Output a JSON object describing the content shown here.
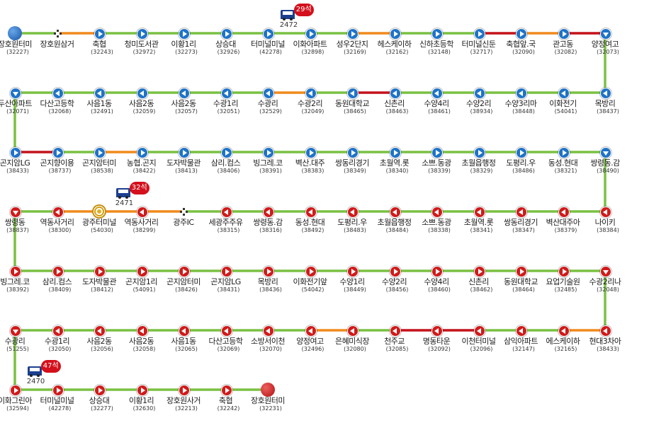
{
  "colors": {
    "up": "#1f73c8",
    "down": "#d01b1b",
    "line_green": "#7ac143",
    "line_orange": "#f08a1c",
    "line_red": "#c4121a",
    "badge": "#d3101c",
    "bus": "#1b3f8f"
  },
  "icons": {
    "stop": "direction-arrow-icon",
    "terminal": "terminal-circle-icon",
    "turn": "turnaround-cross-icon",
    "hub": "transfer-hub-icon",
    "bus": "bus-icon"
  },
  "rows": [
    {
      "dir": "up",
      "arrow": "e",
      "stops": [
        {
          "name": "장호원터미",
          "code": "(32227)"
        },
        {
          "name": "장호원삼거",
          "code": ""
        },
        {
          "name": "축협",
          "code": "(32243)"
        },
        {
          "name": "청미도서관",
          "code": "(32972)"
        },
        {
          "name": "이황1리",
          "code": "(32273)"
        },
        {
          "name": "상승대",
          "code": "(32926)"
        },
        {
          "name": "터미널미널",
          "code": "(42278)"
        },
        {
          "name": "이화아파트",
          "code": "(32898)"
        },
        {
          "name": "성우2단지",
          "code": "(32169)"
        },
        {
          "name": "헤스케이하",
          "code": "(32162)"
        },
        {
          "name": "신하초등학",
          "code": "(32148)"
        },
        {
          "name": "터미널신둔",
          "code": "(32717)"
        },
        {
          "name": "축협앞.국",
          "code": "(32090)"
        },
        {
          "name": "관고동",
          "code": "(32082)"
        },
        {
          "name": "양정여고",
          "code": "(32073)"
        }
      ]
    },
    {
      "dir": "up",
      "arrow": "w",
      "stops": [
        {
          "name": "목방리",
          "code": "(38437)"
        },
        {
          "name": "이화전기",
          "code": "(54041)"
        },
        {
          "name": "수양3리마",
          "code": "(38448)"
        },
        {
          "name": "수양2리",
          "code": "(38934)"
        },
        {
          "name": "수양4리",
          "code": "(38461)"
        },
        {
          "name": "신촌리",
          "code": "(38463)"
        },
        {
          "name": "동원대학교",
          "code": "(38465)"
        },
        {
          "name": "수광2리",
          "code": "(32049)"
        },
        {
          "name": "수광리",
          "code": "(32529)"
        },
        {
          "name": "수광1리",
          "code": "(32051)"
        },
        {
          "name": "사음2동",
          "code": "(32057)"
        },
        {
          "name": "사음2동",
          "code": "(32059)"
        },
        {
          "name": "사음1동",
          "code": "(32491)"
        },
        {
          "name": "다산고등학",
          "code": "(32068)"
        },
        {
          "name": "두산아파트",
          "code": "(32071)"
        }
      ]
    },
    {
      "dir": "up",
      "arrow": "e",
      "stops": [
        {
          "name": "곤지암LG",
          "code": "(38433)"
        },
        {
          "name": "곤지향이용",
          "code": "(38737)"
        },
        {
          "name": "곤지암터미",
          "code": "(38538)"
        },
        {
          "name": "농협.곤지",
          "code": "(38422)"
        },
        {
          "name": "도자박물관",
          "code": "(38413)"
        },
        {
          "name": "삼리.컴스",
          "code": "(38406)"
        },
        {
          "name": "빙그레.코",
          "code": "(38391)"
        },
        {
          "name": "벽산.대주",
          "code": "(38383)"
        },
        {
          "name": "쌍동리경기",
          "code": "(38349)"
        },
        {
          "name": "초월역.롯",
          "code": "(38340)"
        },
        {
          "name": "소쁘.동광",
          "code": "(38339)"
        },
        {
          "name": "초월읍행정",
          "code": "(38329)"
        },
        {
          "name": "도평리.우",
          "code": "(38486)"
        },
        {
          "name": "동성.현대",
          "code": "(38321)"
        },
        {
          "name": "쌍령동.감",
          "code": "(38490)"
        }
      ]
    },
    {
      "dir": "down",
      "arrow": "w",
      "stops": [
        {
          "name": "나이키",
          "code": "(38384)"
        },
        {
          "name": "벽산대주아",
          "code": "(38379)"
        },
        {
          "name": "쌍동리경기",
          "code": "(38347)"
        },
        {
          "name": "초월역.롯",
          "code": "(38341)"
        },
        {
          "name": "소쁘.동광",
          "code": "(38338)"
        },
        {
          "name": "초월읍행정",
          "code": "(38484)"
        },
        {
          "name": "도평리.우",
          "code": "(38483)"
        },
        {
          "name": "동성.현대",
          "code": "(38492)"
        },
        {
          "name": "쌍령동.감",
          "code": "(38316)"
        },
        {
          "name": "세광주주유",
          "code": "(38315)"
        },
        {
          "name": "광주IC",
          "code": ""
        },
        {
          "name": "역동사거리",
          "code": "(38299)"
        },
        {
          "name": "광주터미널",
          "code": "(54030)"
        },
        {
          "name": "역동사거리",
          "code": "(38300)"
        },
        {
          "name": "쌍령동",
          "code": "(38837)"
        }
      ]
    },
    {
      "dir": "down",
      "arrow": "e",
      "stops": [
        {
          "name": "빙그레.코",
          "code": "(38392)"
        },
        {
          "name": "삼리.컴스",
          "code": "(38409)"
        },
        {
          "name": "도자박물관",
          "code": "(38412)"
        },
        {
          "name": "곤지암1리",
          "code": "(54091)"
        },
        {
          "name": "곤지암터미",
          "code": "(38426)"
        },
        {
          "name": "곤지암LG",
          "code": "(38431)"
        },
        {
          "name": "목방리",
          "code": "(38436)"
        },
        {
          "name": "이화전기앞",
          "code": "(54042)"
        },
        {
          "name": "수양1리",
          "code": "(38449)"
        },
        {
          "name": "수양2리",
          "code": "(38456)"
        },
        {
          "name": "수양4리",
          "code": "(38460)"
        },
        {
          "name": "신촌리",
          "code": "(38462)"
        },
        {
          "name": "동원대학교",
          "code": "(38464)"
        },
        {
          "name": "요업기술원",
          "code": "(32485)"
        },
        {
          "name": "수광2리나",
          "code": "(32048)"
        }
      ]
    },
    {
      "dir": "down",
      "arrow": "w",
      "stops": [
        {
          "name": "현대3차아",
          "code": "(38433)"
        },
        {
          "name": "에스케이하",
          "code": "(32165)"
        },
        {
          "name": "삼익아파트",
          "code": "(32147)"
        },
        {
          "name": "이천터미널",
          "code": "(32096)"
        },
        {
          "name": "명동타운",
          "code": "(32092)"
        },
        {
          "name": "천주교",
          "code": "(32085)"
        },
        {
          "name": "은혜미식장",
          "code": "(32080)"
        },
        {
          "name": "양정여고",
          "code": "(32496)"
        },
        {
          "name": "소방서이천",
          "code": "(32070)"
        },
        {
          "name": "다산고등학",
          "code": "(32069)"
        },
        {
          "name": "사음1동",
          "code": "(32065)"
        },
        {
          "name": "사음2동",
          "code": "(32058)"
        },
        {
          "name": "사음2동",
          "code": "(32056)"
        },
        {
          "name": "수광1리",
          "code": "(32050)"
        },
        {
          "name": "수광리",
          "code": "(51255)"
        }
      ]
    },
    {
      "dir": "down",
      "arrow": "e",
      "stops": [
        {
          "name": "이화그린아",
          "code": "(32594)"
        },
        {
          "name": "터미널미널",
          "code": "(42278)"
        },
        {
          "name": "상승대",
          "code": "(32277)"
        },
        {
          "name": "이황1리",
          "code": "(32630)"
        },
        {
          "name": "장호원사거",
          "code": "(32213)"
        },
        {
          "name": "축협",
          "code": "(32242)"
        },
        {
          "name": "장호원터미",
          "code": "(32231)"
        }
      ]
    }
  ],
  "special": {
    "terminals": [
      "0-0",
      "6-6"
    ],
    "turns": [
      "0-1",
      "3-10"
    ],
    "hubs": [
      "3-12"
    ]
  },
  "segments": [
    [
      "green",
      "orange",
      "green",
      "green",
      "green",
      "green",
      "green",
      "green",
      "orange",
      "green",
      "green",
      "red",
      "orange",
      "red"
    ],
    [
      "green",
      "green",
      "green",
      "green",
      "green",
      "red",
      "green",
      "orange",
      "green",
      "green",
      "green",
      "green",
      "green",
      "green"
    ],
    [
      "red",
      "green",
      "orange",
      "green",
      "green",
      "green",
      "green",
      "green",
      "green",
      "green",
      "green",
      "green",
      "green",
      "green"
    ],
    [
      "green",
      "green",
      "green",
      "green",
      "green",
      "green",
      "green",
      "green",
      "green",
      "green",
      "orange",
      "orange",
      "orange",
      "green"
    ],
    [
      "green",
      "green",
      "green",
      "green",
      "green",
      "green",
      "green",
      "green",
      "green",
      "green",
      "green",
      "green",
      "green",
      "green"
    ],
    [
      "orange",
      "green",
      "green",
      "red",
      "red",
      "green",
      "orange",
      "green",
      "green",
      "green",
      "green",
      "green",
      "green",
      "green"
    ],
    [
      "green",
      "green",
      "green",
      "green",
      "green",
      "green"
    ]
  ],
  "buses": [
    {
      "number": "2472",
      "seats": "29석",
      "row": 0,
      "pos": 6.5
    },
    {
      "number": "2471",
      "seats": "32석",
      "row": 3,
      "pos": 11.4
    },
    {
      "number": "2470",
      "seats": "47석",
      "row": 6,
      "pos": 0.5
    }
  ]
}
